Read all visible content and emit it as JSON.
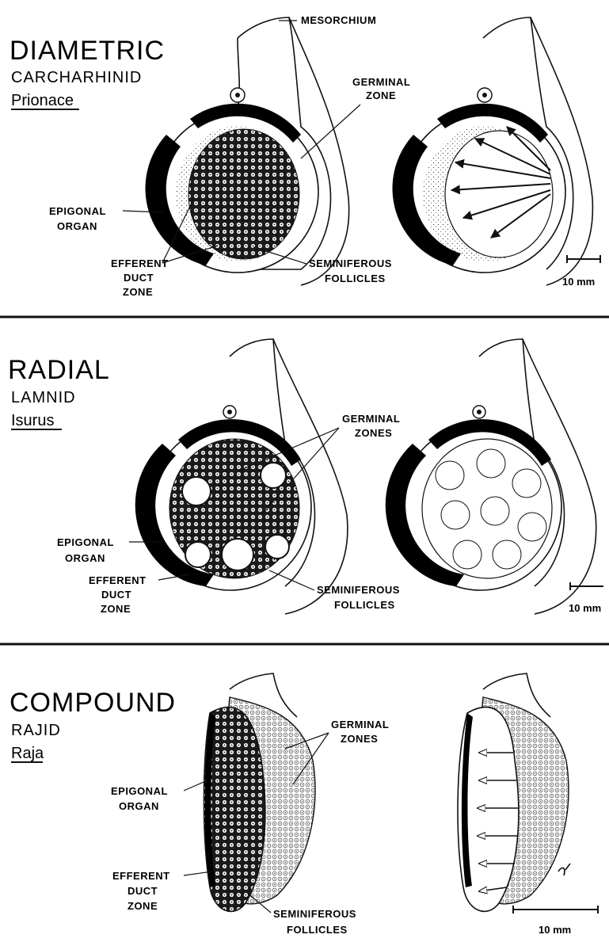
{
  "sections": [
    {
      "type": "DIAMETRIC",
      "family": "CARCHARHINID",
      "genus": "Prionace",
      "labels": {
        "mesorchium": "MESORCHIUM",
        "germinal": [
          "GERMINAL",
          "ZONE"
        ],
        "epigonal": [
          "EPIGONAL",
          "ORGAN"
        ],
        "efferent": [
          "EFFERENT",
          "DUCT",
          "ZONE"
        ],
        "seminiferous": [
          "SEMINIFEROUS",
          "FOLLICLES"
        ]
      },
      "scale": "10 mm"
    },
    {
      "type": "RADIAL",
      "family": "LAMNID",
      "genus": "Isurus",
      "labels": {
        "germinal": [
          "GERMINAL",
          "ZONES"
        ],
        "epigonal": [
          "EPIGONAL",
          "ORGAN"
        ],
        "efferent": [
          "EFFERENT",
          "DUCT",
          "ZONE"
        ],
        "seminiferous": [
          "SEMINIFEROUS",
          "FOLLICLES"
        ]
      },
      "scale": "10 mm"
    },
    {
      "type": "COMPOUND",
      "family": "RAJID",
      "genus": "Raja",
      "labels": {
        "germinal": [
          "GERMINAL",
          "ZONES"
        ],
        "epigonal": [
          "EPIGONAL",
          "ORGAN"
        ],
        "efferent": [
          "EFFERENT",
          "DUCT",
          "ZONE"
        ],
        "seminiferous": [
          "SEMINIFEROUS",
          "FOLLICLES"
        ]
      },
      "scale": "10 mm"
    }
  ]
}
